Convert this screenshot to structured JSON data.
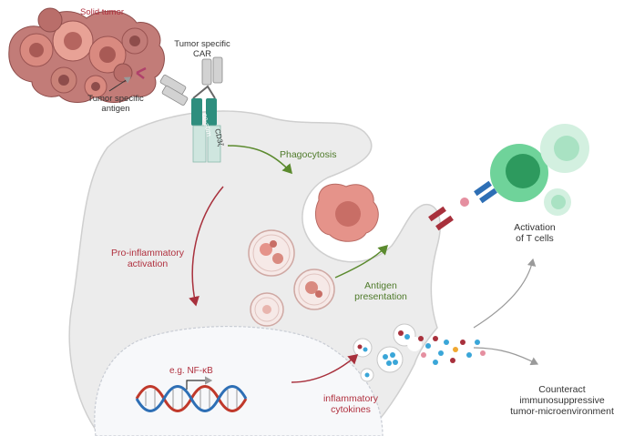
{
  "labels": {
    "solid_tumor": "Solid tumor",
    "tumor_specific_car": "Tumor specific\nCAR",
    "tumor_specific_antigen": "Tumor specific\nantigen",
    "co_stim": "co-stim",
    "cd3z": "CD3ζ",
    "phagocytosis": "Phagocytosis",
    "pro_inflammatory_activation": "Pro-inflammatory\nactivation",
    "antigen_presentation": "Antigen\npresentation",
    "activation_of_t_cells": "Activation\nof T cells",
    "nfkb": "e.g. NF-κB",
    "inflammatory_cytokines": "inflammatory\ncytokines",
    "counteract": "Counteract\nimmunosuppressive\ntumor-microenvironment"
  },
  "colors": {
    "macrophage_fill": "#ececec",
    "macrophage_stroke": "#c9c9c9",
    "tumor": "#d98a80",
    "tumor_dark": "#a85a55",
    "car_gray": "#c9c9c9",
    "car_teal": "#2e8e7e",
    "t_cell_green": "#58c48a",
    "arrow_red": "#a8303c",
    "arrow_green": "#5b8a2e",
    "arrow_gray": "#9a9a9a",
    "dna_red": "#c0392b",
    "dna_blue": "#2e6fb5",
    "cytokine_blue": "#3aa6d8",
    "cytokine_red": "#a8303c"
  }
}
